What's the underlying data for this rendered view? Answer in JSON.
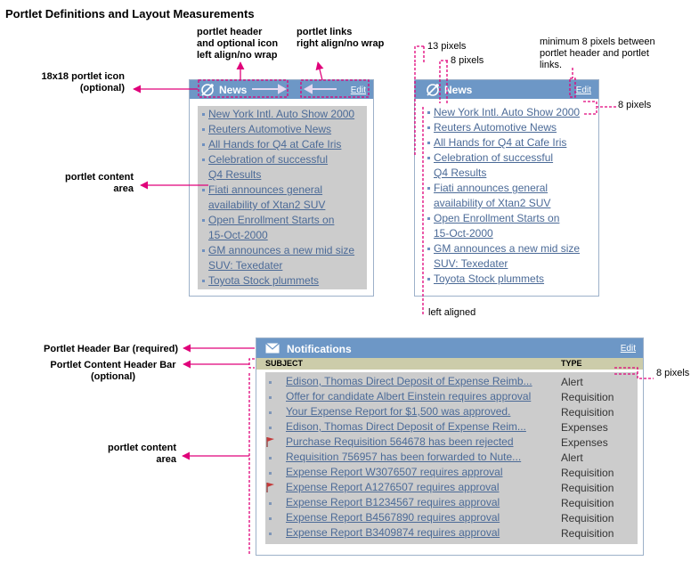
{
  "title": "Portlet Definitions and Layout Measurements",
  "annotations": {
    "portlet_header": "portlet header\nand optional icon\nleft align/no wrap",
    "portlet_links": "portlet links\nright align/no wrap",
    "icon_label": "18x18 portlet icon\n(optional)",
    "content_area_top": "portlet content\narea",
    "m13": "13 pixels",
    "m8a": "8 pixels",
    "min_gap": "minimum 8 pixels between\nportlet header and portlet\nlinks.",
    "m8b": "8 pixels",
    "left_aligned": "left aligned",
    "header_bar": "Portlet Header Bar (required)",
    "content_header_bar": "Portlet Content Header Bar\n(optional)",
    "m8c": "8 pixels",
    "content_area_bottom": "portlet content\narea"
  },
  "news_portlet": {
    "title": "News",
    "edit": "Edit",
    "items": [
      {
        "text": "New York Intl. Auto Show 2000",
        "bullet": true
      },
      {
        "text": "Reuters Automotive News",
        "bullet": true
      },
      {
        "text": "All Hands for Q4 at Cafe Iris",
        "bullet": true
      },
      {
        "text": "Celebration of successful ",
        "bullet": true
      },
      {
        "text": "Q4 Results",
        "bullet": false
      },
      {
        "text": "Fiati announces general ",
        "bullet": true
      },
      {
        "text": "availability of Xtan2 SUV",
        "bullet": false
      },
      {
        "text": "Open Enrollment Starts on ",
        "bullet": true
      },
      {
        "text": "15-Oct-2000",
        "bullet": false
      },
      {
        "text": "GM announces a new mid size",
        "bullet": true
      },
      {
        "text": "SUV: Texedater ",
        "bullet": false
      },
      {
        "text": "Toyota Stock plummets",
        "bullet": true
      }
    ]
  },
  "notifications": {
    "title": "Notifications",
    "edit": "Edit",
    "col_subject": "SUBJECT",
    "col_type": "TYPE",
    "rows": [
      {
        "subject": "Edison, Thomas Direct Deposit of Expense Reimb...",
        "type": "Alert",
        "flag": false
      },
      {
        "subject": "Offer for candidate Albert Einstein requires approval",
        "type": "Requisition",
        "flag": false
      },
      {
        "subject": "Your Expense Report for $1,500 was approved.",
        "type": "Requisition",
        "flag": false
      },
      {
        "subject": "Edison, Thomas  Direct Deposit of Expense Reim...",
        "type": "Expenses",
        "flag": false
      },
      {
        "subject": "Purchase Requisition 564678 has been rejected",
        "type": "Expenses",
        "flag": true
      },
      {
        "subject": "Requisition 756957 has been forwarded to Nute...",
        "type": "Alert",
        "flag": false
      },
      {
        "subject": "Expense Report W3076507 requires approval",
        "type": "Requisition",
        "flag": false
      },
      {
        "subject": "Expense Report A1276507 requires approval",
        "type": "Requisition",
        "flag": true
      },
      {
        "subject": "Expense Report B1234567 requires approval",
        "type": "Requisition",
        "flag": false
      },
      {
        "subject": "Expense Report B4567890 requires approval",
        "type": "Requisition",
        "flag": false
      },
      {
        "subject": "Expense Report B3409874 requires approval",
        "type": "Requisition",
        "flag": false
      }
    ]
  },
  "colors": {
    "header_blue": "#6d97c6",
    "annotation_magenta": "#e0007a",
    "content_gray": "#cccccc",
    "content_header_tan": "#ccccaa",
    "link_blue": "#4b6a97"
  }
}
